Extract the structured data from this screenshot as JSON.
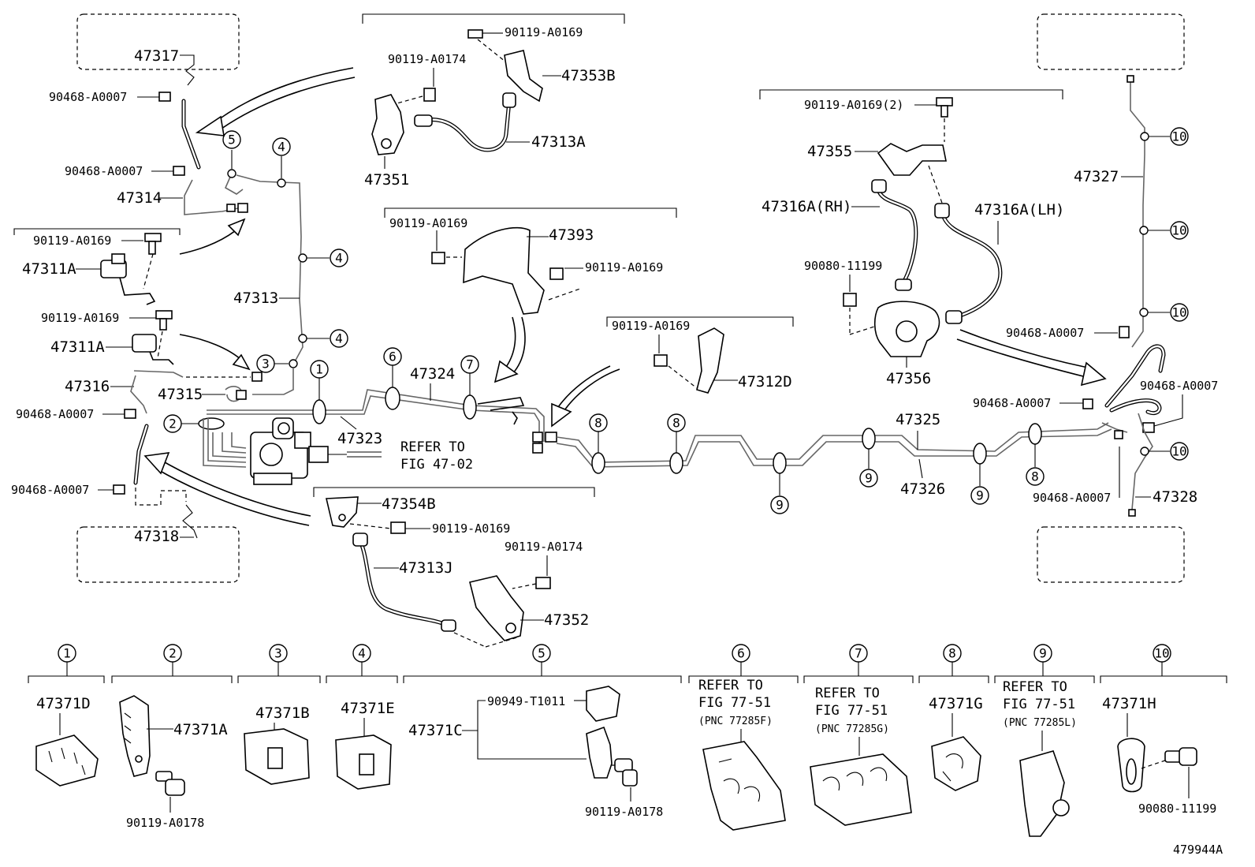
{
  "figure_id": "479944A",
  "labels": {
    "p47317": "47317",
    "p47318": "47318",
    "p90468_a": "90468-A0007",
    "p90468_b": "90468-A0007",
    "p90468_c": "90468-A0007",
    "p90468_d": "90468-A0007",
    "p47314": "47314",
    "p47311a_1": "47311A",
    "p47311a_2": "47311A",
    "p90119_0169_l1": "90119-A0169",
    "p90119_0169_l2": "90119-A0169",
    "p47313": "47313",
    "p47316": "47316",
    "p47315": "47315",
    "p47323": "47323",
    "p90119_0169_t": "90119-A0169",
    "p90119_0174_t": "90119-A0174",
    "p47353b": "47353B",
    "p47313a": "47313A",
    "p47351": "47351",
    "p90119_0169_m1": "90119-A0169",
    "p47393": "47393",
    "p90119_0169_m2": "90119-A0169",
    "p47324": "47324",
    "p90119_0169_m3": "90119-A0169",
    "p47312d": "47312D",
    "p47354b": "47354B",
    "p90119_0169_b": "90119-A0169",
    "p90119_0174_b": "90119-A0174",
    "p47313j": "47313J",
    "p47352": "47352",
    "p90119_0169_2": "90119-A0169(2)",
    "p47355": "47355",
    "p47316a_rh": "47316A(RH)",
    "p47316a_lh": "47316A(LH)",
    "p90080_r": "90080-11199",
    "p47356": "47356",
    "p47325": "47325",
    "p47326": "47326",
    "p47327": "47327",
    "p90468_r1": "90468-A0007",
    "p90468_r2": "90468-A0007",
    "p90468_r3": "90468-A0007",
    "p90468_r4": "90468-A0007",
    "p47328": "47328",
    "refer_main_1": "REFER TO",
    "refer_main_2": "FIG 47-02"
  },
  "callouts": [
    "1",
    "2",
    "3",
    "4",
    "5",
    "6",
    "7",
    "8",
    "9",
    "10"
  ],
  "legend": [
    {
      "num": "1",
      "part": "47371D"
    },
    {
      "num": "2",
      "part": "47371A",
      "bolt": "90119-A0178"
    },
    {
      "num": "3",
      "part": "47371B"
    },
    {
      "num": "4",
      "part": "47371E"
    },
    {
      "num": "5",
      "part": "47371C",
      "clip": "90949-T1011",
      "bolt": "90119-A0178"
    },
    {
      "num": "6",
      "refer1": "REFER TO",
      "refer2": "FIG 77-51",
      "pnc": "(PNC 77285F)"
    },
    {
      "num": "7",
      "refer1": "REFER TO",
      "refer2": "FIG 77-51",
      "pnc": "(PNC 77285G)"
    },
    {
      "num": "8",
      "part": "47371G"
    },
    {
      "num": "9",
      "refer1": "REFER TO",
      "refer2": "FIG 77-51",
      "pnc": "(PNC 77285L)"
    },
    {
      "num": "10",
      "part": "47371H",
      "bolt": "90080-11199"
    }
  ]
}
